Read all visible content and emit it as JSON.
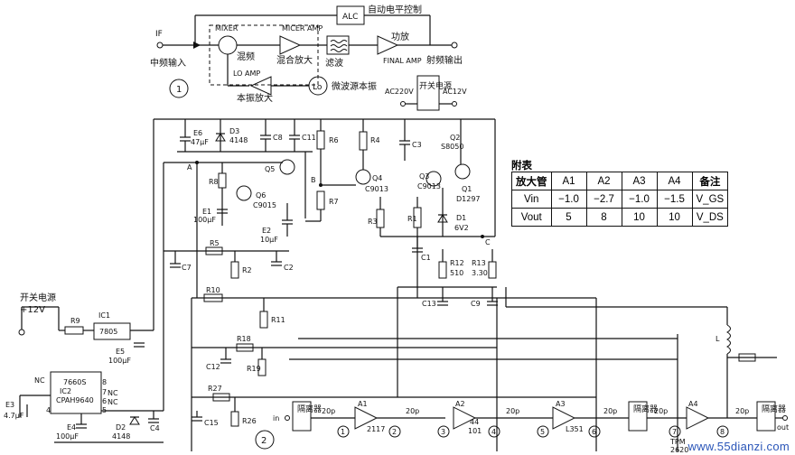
{
  "block": {
    "alc": "ALC",
    "alc_cn": "自动电平控制",
    "if_label": "IF",
    "if_cn": "中频输入",
    "mixer": "MIXER",
    "mixer_cn": "混频",
    "micer_amp": "MICER AMP",
    "micer_amp_cn": "混合放大",
    "filter_cn": "滤波",
    "final_cn": "功放",
    "final_amp": "FINAL AMP",
    "rf_out_cn": "射频输出",
    "lo_amp": "LO AMP",
    "lo_amp_cn": "本振放大",
    "lo": "Lo",
    "lo_cn": "微波源本振",
    "switch_psu_cn": "开关电源",
    "ac220": "AC220V",
    "ac12": "AC12V",
    "num1": "1"
  },
  "circuit": {
    "e6": "E6",
    "e6v": "47μF",
    "d3": "D3",
    "d3v": "4148",
    "c8": "C8",
    "c11": "C11",
    "r6": "R6",
    "r4": "R4",
    "c3": "C3",
    "q2": "Q2",
    "q2v": "S8050",
    "q5": "Q5",
    "a": "A",
    "r8": "R8",
    "q6": "Q6",
    "q6v": "C9015",
    "e1": "E1",
    "e1v": "100μF",
    "e2": "E2",
    "e2v": "10μF",
    "b": "B",
    "r7": "R7",
    "q4": "Q4",
    "q4v": "C9013",
    "q3": "Q3",
    "q3v": "C9013",
    "q1": "Q1",
    "q1v": "D1297",
    "r3": "R3",
    "r1": "R1",
    "d1": "D1",
    "d1v": "6V2",
    "c": "C",
    "c1": "C1",
    "r5": "R5",
    "c7": "C7",
    "r2": "R2",
    "c2": "C2",
    "r12": "R12",
    "r12v": "510",
    "r13": "R13",
    "r13v": "3.30",
    "c13": "C13",
    "c9": "C9",
    "psu_cn": "开关电源",
    "v12": "+12V",
    "r9": "R9",
    "ic1": "IC1",
    "ic1v": "7805",
    "e5": "E5",
    "e5v": "100μF",
    "r10": "R10",
    "r11": "R11",
    "r18": "R18",
    "c12": "C12",
    "r19": "R19",
    "r27": "R27",
    "r26": "R26",
    "c15": "C15",
    "c4": "C4",
    "nc": "NC",
    "ic2a": "IC2",
    "ic2b": "7660S",
    "ic2c": "CPAH9640",
    "p8": "8",
    "p7": "7",
    "p6": "6",
    "p5": "5",
    "p4": "4",
    "e3": "E3",
    "e3v": "4.7μF",
    "e4": "E4",
    "e4v": "100μF",
    "d2": "D2",
    "d2v": "4148",
    "iso": "隔离器",
    "in": "in",
    "c20p": "20p",
    "a1": "A1",
    "a1v": "2117",
    "a2": "A2",
    "a2v": "44",
    "a2w": "101",
    "a3": "A3",
    "a3v": "L351",
    "a4": "A4",
    "a4v": "TPM",
    "a4w": "2620",
    "l": "L",
    "out": "out",
    "n1": "1",
    "n2": "2",
    "n3": "3",
    "n4": "4",
    "n5": "5",
    "n6": "6",
    "n7": "7",
    "n8": "8",
    "num2": "2"
  },
  "table": {
    "title": "附表",
    "header": [
      "放大管",
      "A1",
      "A2",
      "A3",
      "A4",
      "备注"
    ],
    "rows": [
      [
        "Vin",
        "−1.0",
        "−2.7",
        "−1.0",
        "−1.5",
        "V_GS"
      ],
      [
        "Vout",
        "5",
        "8",
        "10",
        "10",
        "V_DS"
      ]
    ]
  },
  "watermark": "www.55dianzi.com"
}
